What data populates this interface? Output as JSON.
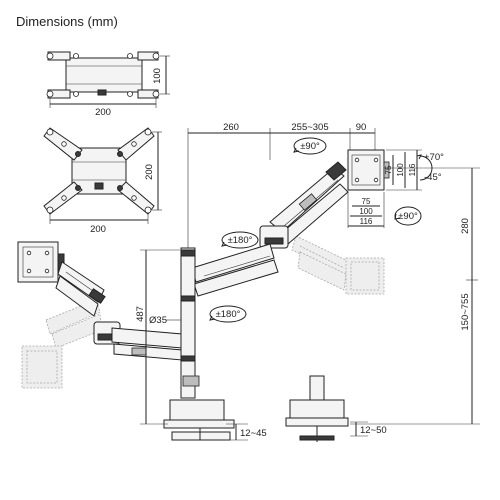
{
  "title": "Dimensions (mm)",
  "vesa_small": {
    "width": "200",
    "height": "100"
  },
  "vesa_large": {
    "width": "200",
    "height": "200"
  },
  "dims": {
    "arm_upper": "260",
    "arm_forearm": "255~305",
    "head_depth": "90",
    "pole_height": "487",
    "pole_diameter": "Ø35",
    "total_height": "280",
    "height_range": "150~755",
    "clamp_range": "12~45",
    "grommet_range": "12~50"
  },
  "rotations": {
    "tilt_up": "+70°",
    "tilt_down": "-45°",
    "swivel_top": "±90°",
    "rotate_right": "±90°",
    "swivel_mid": "±180°",
    "swivel_base": "±180°"
  },
  "vesa_head": {
    "v1": "75",
    "v2": "100",
    "v3": "116"
  }
}
